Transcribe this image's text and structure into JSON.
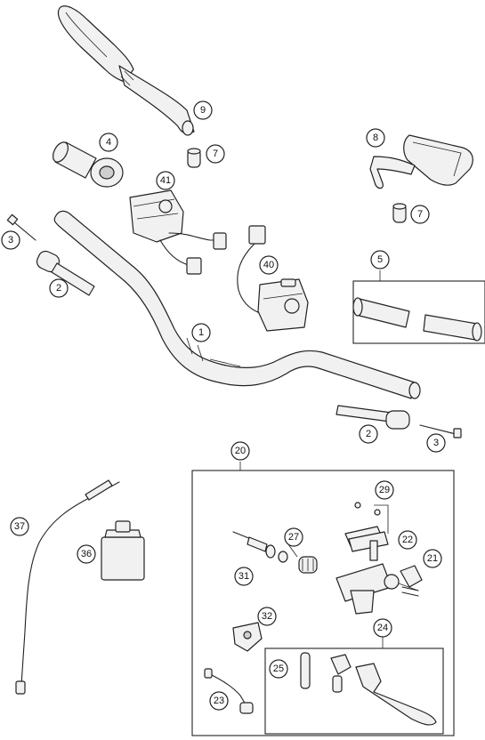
{
  "callouts": {
    "c1": "1",
    "c2a": "2",
    "c2b": "2",
    "c3a": "3",
    "c3b": "3",
    "c4": "4",
    "c5": "5",
    "c7a": "7",
    "c7b": "7",
    "c8": "8",
    "c9": "9",
    "c20": "20",
    "c21": "21",
    "c22": "22",
    "c23": "23",
    "c24": "24",
    "c25": "25",
    "c27": "27",
    "c29": "29",
    "c31": "31",
    "c32": "32",
    "c36": "36",
    "c37": "37",
    "c40": "40",
    "c41": "41"
  }
}
